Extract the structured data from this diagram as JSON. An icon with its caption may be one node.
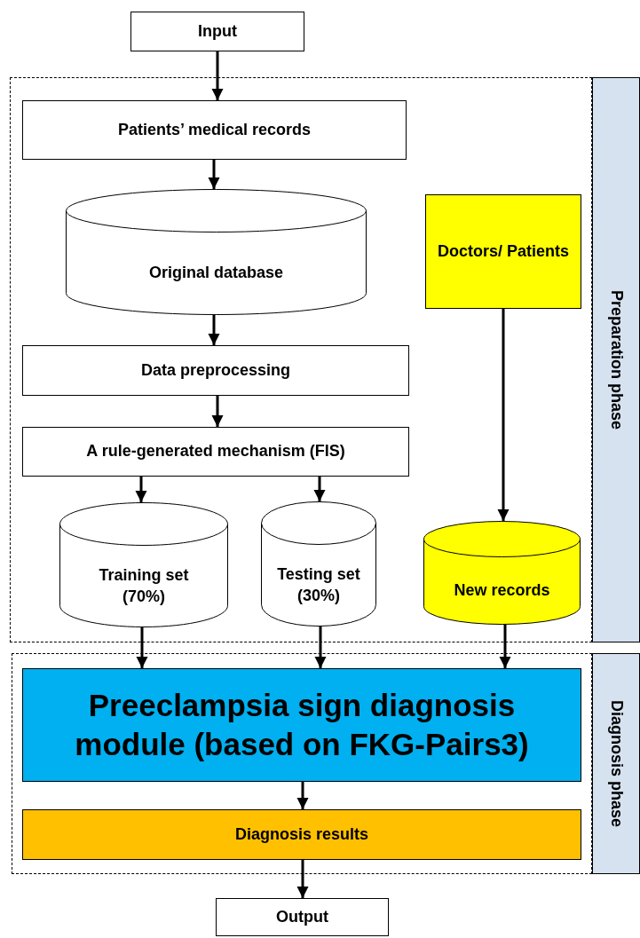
{
  "diagram": {
    "nodes": [
      {
        "text": [
          "Input"
        ]
      },
      {
        "text": [],
        "shape": "box"
      },
      {
        "text": [
          "Patients’ medical records"
        ],
        "in": 1
      },
      {
        "text": [
          "Original database"
        ],
        "in": 1
      },
      {
        "text": [
          "Doctors/ Patients"
        ],
        "in": 1
      },
      {
        "text": [
          "Data preprocessing"
        ],
        "in": 1
      },
      {
        "text": [
          "A rule-generated mechanism (FIS)"
        ],
        "in": 1
      },
      {
        "text": [
          "Training set (70%)"
        ],
        "in": 1
      },
      {
        "text": [
          "Testing set (30%)"
        ],
        "in": 1
      },
      {
        "text": [
          "New records"
        ],
        "in": 1
      },
      {
        "text": [
          "Preparation phase"
        ]
      },
      {
        "text": [],
        "shape": "box"
      },
      {
        "text": [
          "Preeclampsia sign diagnosis module (based on FKG-Pairs3)"
        ],
        "in": 11
      },
      {
        "text": [
          "Diagnosis results"
        ],
        "in": 11
      },
      {
        "text": [
          "Diagnosis phase"
        ]
      },
      {
        "text": [
          "Output"
        ]
      }
    ],
    "edges": [
      {
        "from": 0,
        "to": 2,
        "arrow": "to"
      },
      {
        "from": 2,
        "to": 3,
        "arrow": "to"
      },
      {
        "from": 3,
        "to": 5,
        "arrow": "to"
      },
      {
        "from": 5,
        "to": 6,
        "arrow": "to"
      },
      {
        "from": 6,
        "to": 7,
        "arrow": "to"
      },
      {
        "from": 6,
        "to": 8,
        "arrow": "to"
      },
      {
        "from": 4,
        "to": 9,
        "arrow": "to"
      },
      {
        "from": 7,
        "to": 12,
        "arrow": "to"
      },
      {
        "from": 8,
        "to": 12,
        "arrow": "to"
      },
      {
        "from": 9,
        "to": 12,
        "arrow": "to"
      },
      {
        "from": 12,
        "to": 13,
        "arrow": "to"
      },
      {
        "from": 13,
        "to": 15,
        "arrow": "to"
      }
    ]
  }
}
